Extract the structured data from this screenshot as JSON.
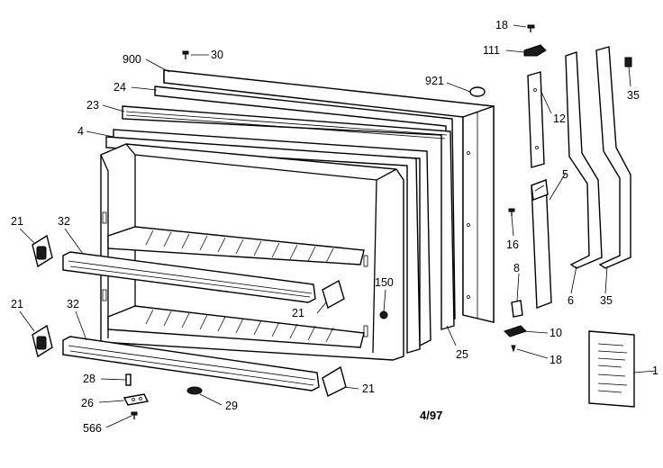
{
  "diagram": {
    "date_stamp": "4/97",
    "callouts": [
      {
        "id": "c900",
        "text": "900"
      },
      {
        "id": "c30",
        "text": "30"
      },
      {
        "id": "c24",
        "text": "24"
      },
      {
        "id": "c23",
        "text": "23"
      },
      {
        "id": "c4",
        "text": "4"
      },
      {
        "id": "c921",
        "text": "921"
      },
      {
        "id": "c18a",
        "text": "18"
      },
      {
        "id": "c111",
        "text": "111"
      },
      {
        "id": "c12",
        "text": "12"
      },
      {
        "id": "c35a",
        "text": "35"
      },
      {
        "id": "c5",
        "text": "5"
      },
      {
        "id": "c16",
        "text": "16"
      },
      {
        "id": "c8",
        "text": "8"
      },
      {
        "id": "c6",
        "text": "6"
      },
      {
        "id": "c35b",
        "text": "35"
      },
      {
        "id": "c10",
        "text": "10"
      },
      {
        "id": "c18b",
        "text": "18"
      },
      {
        "id": "c1",
        "text": "1"
      },
      {
        "id": "c21a",
        "text": "21"
      },
      {
        "id": "c32a",
        "text": "32"
      },
      {
        "id": "c21b",
        "text": "21"
      },
      {
        "id": "c32b",
        "text": "32"
      },
      {
        "id": "c150",
        "text": "150"
      },
      {
        "id": "c21c",
        "text": "21"
      },
      {
        "id": "c25",
        "text": "25"
      },
      {
        "id": "c21d",
        "text": "21"
      },
      {
        "id": "c28",
        "text": "28"
      },
      {
        "id": "c26",
        "text": "26"
      },
      {
        "id": "c29",
        "text": "29"
      },
      {
        "id": "c566",
        "text": "566"
      }
    ]
  }
}
